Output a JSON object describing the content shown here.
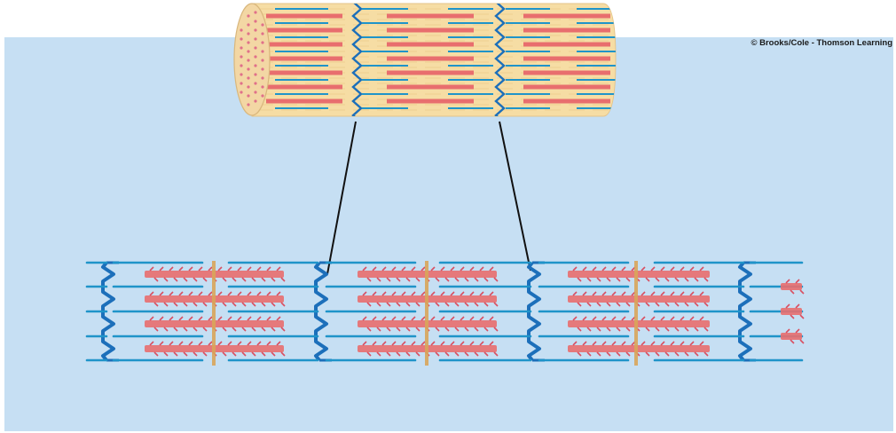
{
  "credit": "© Brooks/Cole - Thomson Learning",
  "colors": {
    "background": "#c6dff3",
    "cell_body": "#f6dda4",
    "cell_end": "#f3d7a4",
    "myosin_filament": "#e86e6e",
    "actin_filament": "#1f94c9",
    "z_line": "#1c6fba",
    "m_line": "#d8a55a",
    "connector_line": "#111111"
  },
  "icons": [
    "muscle-fiber-cylinder",
    "sarcomere-enlargement"
  ]
}
